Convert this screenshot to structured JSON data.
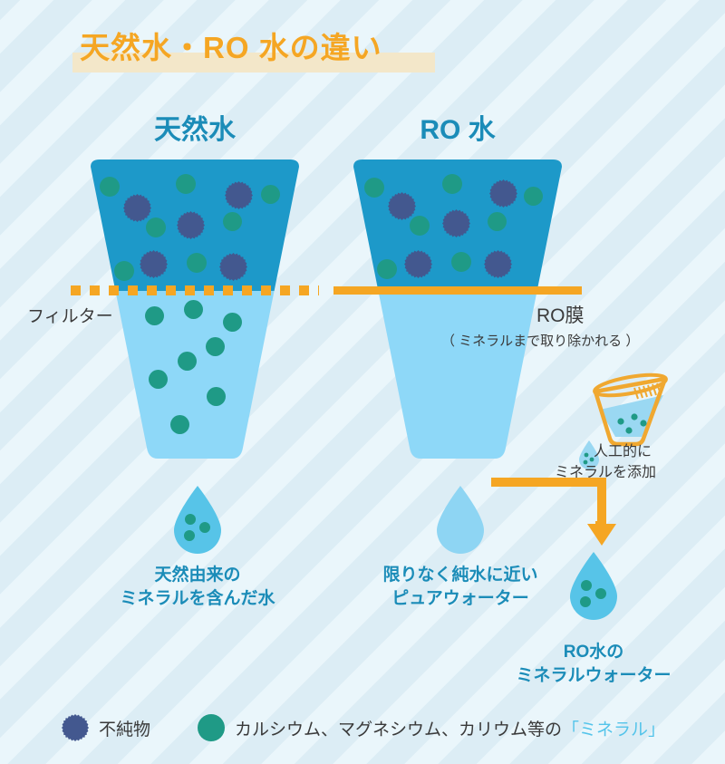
{
  "title": "天然水・RO 水の違い",
  "columns": {
    "natural_heading": "天然水",
    "ro_heading": "RO 水"
  },
  "filter": {
    "label": "フィルター"
  },
  "ro_membrane": {
    "label": "RO膜",
    "note": "（ ミネラルまで取り除かれる ）"
  },
  "mineral_addition": {
    "line1": "人工的に",
    "line2": "ミネラルを添加"
  },
  "results": {
    "natural": {
      "line1": "天然由来の",
      "line2": "ミネラルを含んだ水"
    },
    "pure": {
      "line1": "限りなく純水に近い",
      "line2": "ピュアウォーター"
    },
    "ro_mineral": {
      "line1": "RO水の",
      "line2": "ミネラルウォーター"
    }
  },
  "legend": {
    "impurity_label": "不純物",
    "mineral_label_plain": "カルシウム、マグネシウム、カリウム等の",
    "mineral_label_highlight": "「ミネラル」"
  },
  "colors": {
    "background": "#dceef5",
    "stripe": "#eaf6fb",
    "title_text": "#f5a623",
    "title_band": "#f3e7c9",
    "heading_blue": "#1b8cb8",
    "funnel_top": "#1d99c9",
    "funnel_bottom": "#8ed8f8",
    "mineral": "#1f9a86",
    "impurity": "#43588f",
    "accent_orange": "#f5a623",
    "body_text": "#3a3a3a",
    "highlight_blue": "#54c4ea"
  }
}
